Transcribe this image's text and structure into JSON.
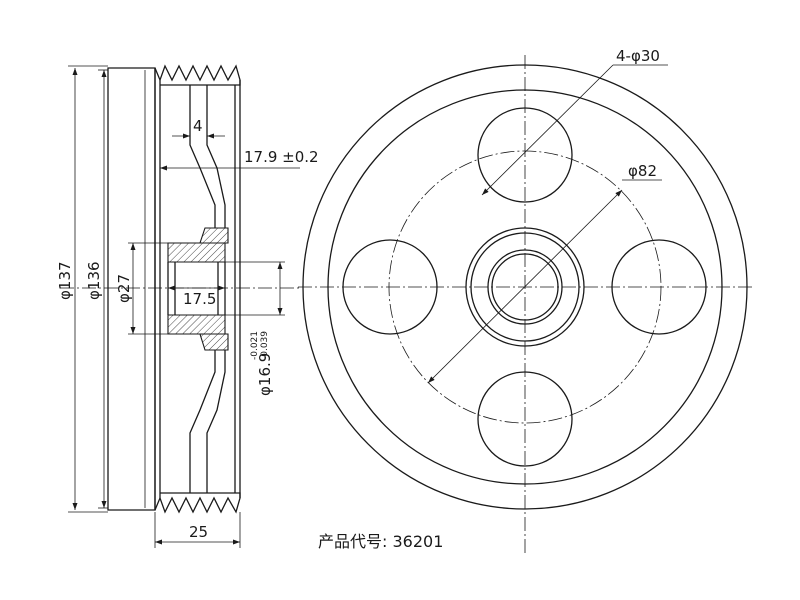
{
  "dimensions": {
    "d137": "φ137",
    "d136": "φ136",
    "d27": "φ27",
    "len17_5": "17.5",
    "d16_9": "φ16.9",
    "d16_9_upper": "-0.021",
    "d16_9_lower": "-0.039",
    "w4": "4",
    "w17_9": "17.9 ±0.2",
    "w25": "25",
    "holes": "4-φ30",
    "pcd": "φ82"
  },
  "product_code": "产品代号: 36201"
}
